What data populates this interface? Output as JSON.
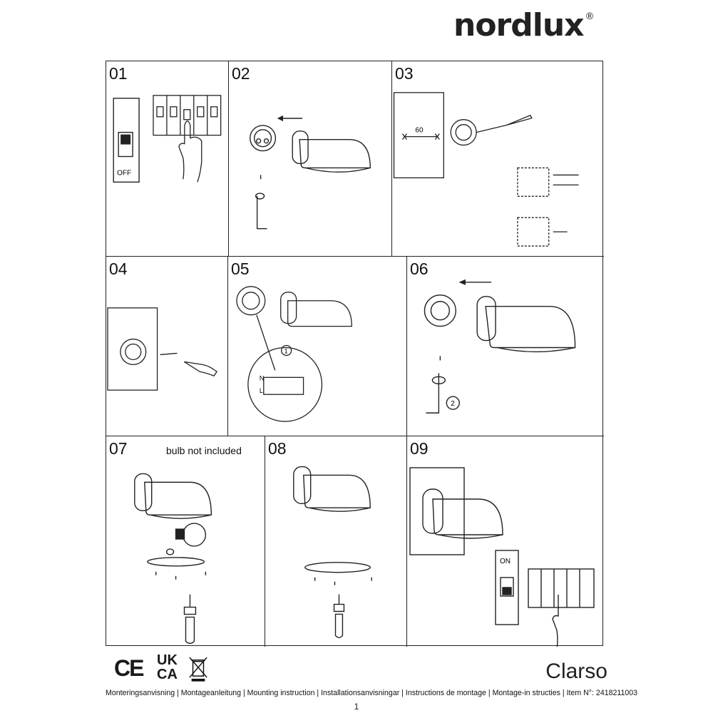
{
  "brand": {
    "name": "nordlux",
    "reg": "®"
  },
  "steps": [
    {
      "num": "01"
    },
    {
      "num": "02"
    },
    {
      "num": "03"
    },
    {
      "num": "04"
    },
    {
      "num": "05"
    },
    {
      "num": "06"
    },
    {
      "num": "07"
    },
    {
      "num": "08"
    },
    {
      "num": "09"
    }
  ],
  "labels": {
    "off": "OFF",
    "on": "ON",
    "distance": "60",
    "bulb_note": "bulb not included",
    "callout_1": "1",
    "callout_2": "2",
    "wire_L": "L",
    "wire_N": "N"
  },
  "footer": {
    "ce": "CE",
    "ukca_1": "UK",
    "ukca_2": "CA",
    "product": "Clarso",
    "instructions": "Monteringsanvisning | Montageanleitung | Mounting instruction | Installationsanvisningar | Instructions de montage | Montage-in structies | Item N°: 2418211003",
    "page": "1"
  }
}
